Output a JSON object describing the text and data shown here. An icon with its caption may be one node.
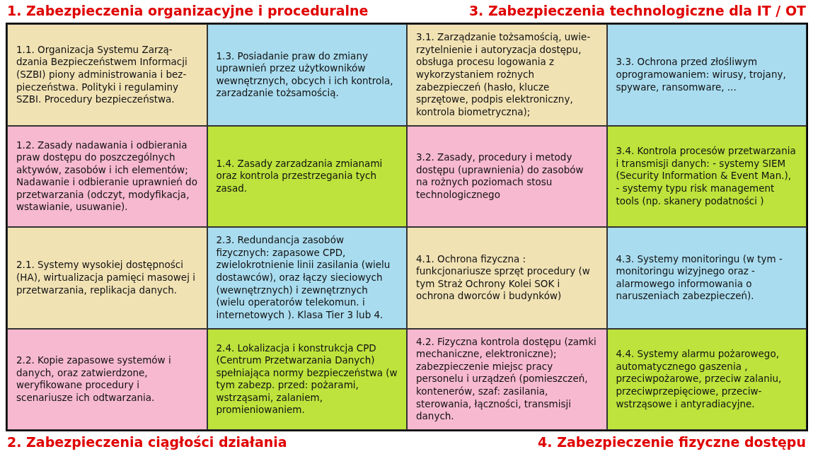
{
  "diagram": {
    "nodes": [
      {
        "text": [
          "1.1. Organizacja Systemu Zarzą-dzania Bezpieczeństwem Informacji (SZBI) piony administrowania i bez-pieczeństwa. Polityki i regulaminy SZBI. Procedury bezpieczeństwa."
        ]
      },
      {
        "text": [
          "1.2. Zasady nadawania i odbierania praw dostępu do poszczególnych aktywów, zasobów i ich elementów; Nadawanie i odbieranie uprawnień do przetwarzania (odczyt, modyfikacja, wstawianie, usuwanie)."
        ]
      },
      {
        "text": [
          "1.3. Posiadanie praw do zmiany uprawnień przez użytkowników wewnętrznych, obcych i ich kontrola, zarzadzanie tożsamością."
        ]
      },
      {
        "text": [
          "1.4. Zasady zarzadzania zmianami oraz kontrola przestrzegania tych zasad."
        ]
      },
      {
        "text": [
          "2.1. Systemy wysokiej dostępności (HA), wirtualizacja pamięci masowej i przetwarzania, replikacja danych."
        ]
      },
      {
        "text": [
          "2.2. Kopie zapasowe systemów i danych, oraz zatwierdzone, weryfikowane procedury i scenariusze ich odtwarzania."
        ]
      },
      {
        "text": [
          "2.3. Redundancja zasobów fizycznych: zapasowe CPD, zwielokrotnienie linii zasilania (wielu dostawców), oraz łączy sieciowych (wewnętrznych) i zewnętrznych (wielu operatorów telekomun. i internetowych ). Klasa Tier 3 lub 4."
        ]
      },
      {
        "text": [
          "2.4. Lokalizacja i konstrukcja CPD (Centrum Przetwarzania Danych) spełniająca normy bezpieczeństwa (w tym zabezp. przed: pożarami, wstrząsami, zalaniem, promieniowaniem."
        ]
      },
      {
        "text": [
          "3.1. Zarządzanie tożsamością, uwie-rzytelnienie i autoryzacja dostępu, obsługa procesu logowania z wykorzystaniem rożnych zabezpieczeń (hasło, klucze sprzętowe, podpis elektroniczny, kontrola biometryczna);"
        ]
      },
      {
        "text": [
          "3.2. Zasady, procedury i metody dostępu (uprawnienia) do zasobów na rożnych poziomach stosu technologicznego"
        ]
      },
      {
        "text": [
          "3.3. Ochrona przed złośliwym oprogramowaniem: wirusy, trojany, spyware, ransomware, ..."
        ]
      },
      {
        "text": [
          "3.4. Kontrola procesów przetwarzania i transmisji danych: - systemy SIEM (Security Information & Event Man.), - systemy typu risk management tools (np. skanery podatności )"
        ]
      },
      {
        "text": [
          "4.1. Ochrona fizyczna : funkcjonariusze sprzęt procedury (w tym Straż Ochrony Kolei SOK i ochrona dworców i budynków)"
        ]
      },
      {
        "text": [
          "4.2. Fizyczna kontrola dostępu (zamki mechaniczne, elektroniczne); zabezpieczenie miejsc pracy personelu i urządzeń (pomieszczeń, kontenerów, szaf: zasilania, sterowania, łączności, transmisji danych."
        ]
      },
      {
        "text": [
          "4.3. Systemy monitoringu (w tym - monitoringu wizyjnego oraz - alarmowego informowania o naruszeniach zabezpieczeń)."
        ]
      },
      {
        "text": [
          "4.4. Systemy alarmu pożarowego, automatycznego gaszenia , przeciwpożarowe, przeciw zalaniu, przeciwprzepięciowe, przeciw-wstrząsowe i antyradiacyjne."
        ]
      }
    ],
    "labels": [
      "1. Zabezpieczenia organizacyjne i proceduralne",
      "3. Zabezpieczenia technologiczne dla IT / OT",
      "2. Zabezpieczenia ciągłości działania",
      "4. Zabezpieczenie fizyczne dostępu"
    ]
  }
}
